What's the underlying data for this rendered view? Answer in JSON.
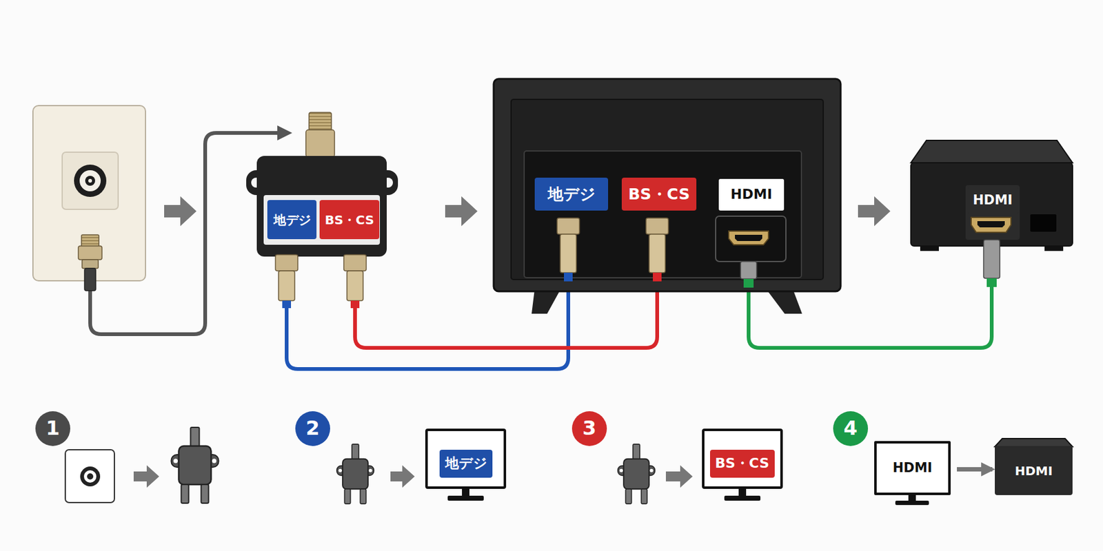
{
  "diagram": {
    "nodes": [
      {
        "text": [
          "地デジ"
        ]
      },
      {
        "text": [
          "BS・CS"
        ]
      },
      {
        "text": [
          "地デジ"
        ]
      },
      {
        "text": [
          "BS・CS"
        ]
      },
      {
        "text": [
          "HDMI"
        ]
      },
      {
        "text": [
          "HDMI"
        ]
      },
      {
        "text": [
          "1"
        ]
      },
      {
        "text": [
          "2"
        ]
      },
      {
        "text": [
          "地デジ"
        ]
      },
      {
        "text": [
          "3"
        ]
      },
      {
        "text": [
          "BS・CS"
        ]
      },
      {
        "text": [
          "4"
        ]
      },
      {
        "text": [
          "HDMI"
        ]
      },
      {
        "text": [
          "HDMI"
        ]
      }
    ],
    "edges": [
      {
        "from": 0,
        "to": 2,
        "arrow": "none"
      },
      {
        "from": 1,
        "to": 3,
        "arrow": "none"
      },
      {
        "from": 4,
        "to": 5,
        "arrow": "none"
      },
      {
        "from": 12,
        "to": 13,
        "arrow": "to"
      }
    ]
  }
}
